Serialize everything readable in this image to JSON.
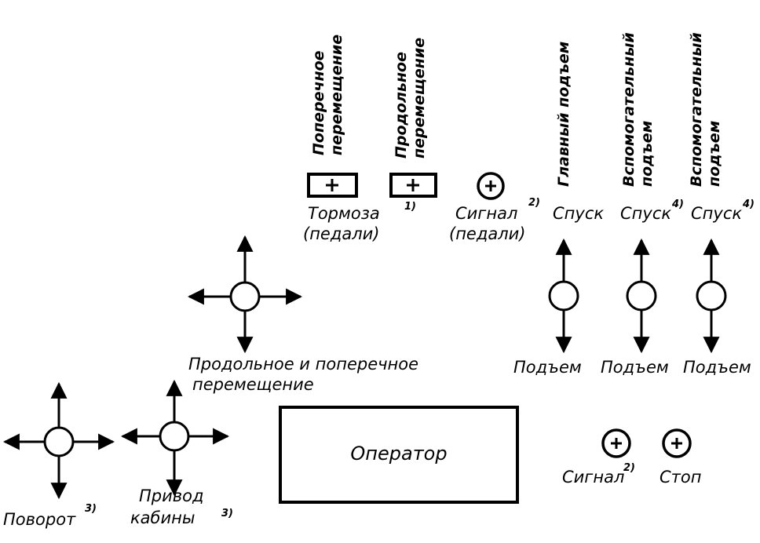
{
  "top_labels": {
    "cross_travel": [
      "Поперечное",
      "перемещение"
    ],
    "long_travel": [
      "Продольное",
      "перемещение"
    ],
    "main_hoist": [
      "Главный подъем"
    ],
    "aux_hoist_1": [
      "Вспомогательный",
      "подъем"
    ],
    "aux_hoist_2": [
      "Вспомогательный",
      "подъем"
    ]
  },
  "pedals": {
    "brakes": [
      "Тормоза",
      "(педали)"
    ],
    "brakes_note": "1)",
    "signal": [
      "Сигнал",
      "(педали)"
    ],
    "signal_note": "2)"
  },
  "hoist_levers": {
    "down": "Спуск",
    "down_note": "4)",
    "up": "Подъем"
  },
  "travel_joystick": [
    "Продольное и поперечное",
    "перемещение"
  ],
  "operator": "Оператор",
  "buttons": {
    "signal": "Сигнал",
    "signal_note": "2)",
    "stop": "Стоп"
  },
  "slew": {
    "label": "Поворот",
    "note": "3)"
  },
  "cab_drive": {
    "label": [
      "Привод",
      "кабины"
    ],
    "note": "3)"
  }
}
